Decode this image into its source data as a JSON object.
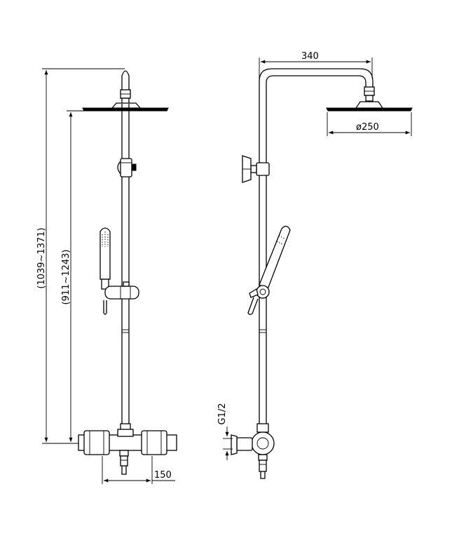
{
  "dimensions": {
    "total_height": "(1039~1371)",
    "head_height": "(911~1243)",
    "inlet_spacing": "150",
    "arm_length": "340",
    "head_diameter": "ø250",
    "thread": "G1/2"
  }
}
